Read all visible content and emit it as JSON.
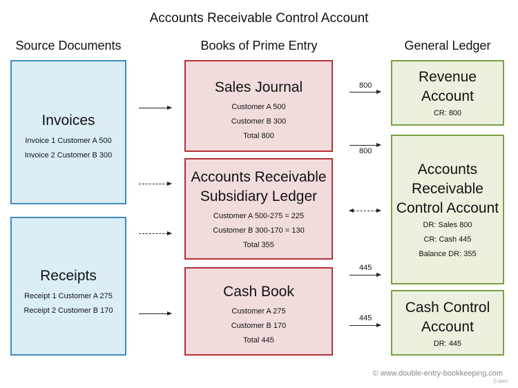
{
  "title": "Accounts Receivable Control Account",
  "columns": {
    "source": "Source Documents",
    "books": "Books of Prime Entry",
    "ledger": "General Ledger"
  },
  "invoices": {
    "title": "Invoices",
    "lines": [
      "Invoice 1 Customer A 500",
      "Invoice 2 Customer B 300"
    ]
  },
  "receipts": {
    "title": "Receipts",
    "lines": [
      "Receipt 1 Customer A 275",
      "Receipt 2 Customer B 170"
    ]
  },
  "sales_journal": {
    "title": "Sales Journal",
    "lines": [
      "Customer A 500",
      "Customer B 300",
      "Total  800"
    ]
  },
  "ar_subsidiary": {
    "title_line1": "Accounts Receivable",
    "title_line2": "Subsidiary Ledger",
    "lines": [
      "Customer A 500-275 = 225",
      "Customer B 300-170 = 130",
      "Total  355"
    ]
  },
  "cash_book": {
    "title": "Cash Book",
    "lines": [
      "Customer A 275",
      "Customer B 170",
      "Total  445"
    ]
  },
  "revenue": {
    "title_line1": "Revenue",
    "title_line2": "Account",
    "lines": [
      "CR: 800"
    ]
  },
  "ar_control": {
    "title_line1": "Accounts",
    "title_line2": "Receivable",
    "title_line3": "Control Account",
    "lines": [
      "DR: Sales 800",
      "CR: Cash 445",
      "Balance DR: 355"
    ]
  },
  "cash_control": {
    "title_line1": "Cash Control",
    "title_line2": "Account",
    "lines": [
      "DR: 445"
    ]
  },
  "amounts": {
    "sales_to_revenue": "800",
    "sales_to_control": "800",
    "cash_to_control": "445",
    "cash_to_cash_control": "445"
  },
  "copyright": "© www.double-entry-bookkeeping.com",
  "watermark": "Ʒî‑àþêêì"
}
